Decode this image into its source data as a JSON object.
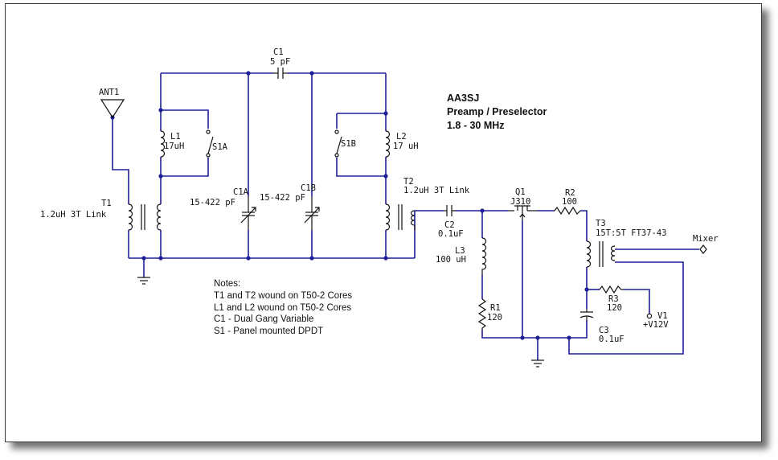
{
  "title": {
    "line1": "AA3SJ",
    "line2": "Preamp / Preselector",
    "line3": "1.8 - 30 MHz"
  },
  "notes": {
    "heading": "Notes:",
    "lines": [
      "T1 and T2 wound on T50-2 Cores",
      "L1 and L2 wound on T50-2 Cores",
      "C1 - Dual Gang Variable",
      "S1 - Panel mounted DPDT"
    ]
  },
  "components": {
    "ant1": {
      "ref": "ANT1"
    },
    "t1": {
      "ref": "T1",
      "value": "1.2uH 3T Link"
    },
    "l1": {
      "ref": "L1",
      "value": "17uH"
    },
    "s1a": {
      "ref": "S1A"
    },
    "c1": {
      "ref": "C1",
      "value": "5 pF"
    },
    "c1a": {
      "ref": "C1A",
      "value": "15-422 pF"
    },
    "c1b": {
      "ref": "C1B",
      "value": "15-422 pF"
    },
    "s1b": {
      "ref": "S1B"
    },
    "l2": {
      "ref": "L2",
      "value": "17 uH"
    },
    "t2": {
      "ref": "T2",
      "value": "1.2uH 3T Link"
    },
    "c2": {
      "ref": "C2",
      "value": "0.1uF"
    },
    "q1": {
      "ref": "Q1",
      "value": "J310"
    },
    "l3": {
      "ref": "L3",
      "value": "100 uH"
    },
    "r1": {
      "ref": "R1",
      "value": "120"
    },
    "r2": {
      "ref": "R2",
      "value": "100"
    },
    "t3": {
      "ref": "T3",
      "value": "15T:5T FT37-43"
    },
    "r3": {
      "ref": "R3",
      "value": "120"
    },
    "c3": {
      "ref": "C3",
      "value": "0.1uF"
    },
    "v1": {
      "ref": "V1",
      "value": "+V12V"
    },
    "mixer": {
      "label": "Mixer"
    }
  }
}
